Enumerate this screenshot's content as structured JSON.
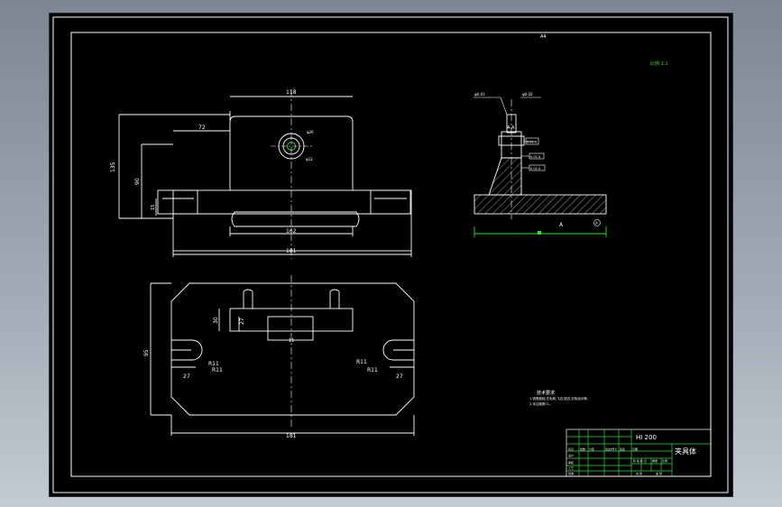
{
  "drawing": {
    "sheet_label": "A4",
    "scale_note": "比例 1:1",
    "title_block": {
      "drawing_number": "HI 200",
      "part_name": "夹具体",
      "rows": [
        "标记",
        "设计",
        "审核",
        "工艺",
        "批准"
      ],
      "cols": [
        "处数",
        "分区",
        "更改文件号",
        "签名",
        "日期"
      ],
      "stage_labels": [
        "阶 段 标 记",
        "重量",
        "比例"
      ],
      "sheet_labels": [
        "共 张",
        "第 张"
      ]
    },
    "tech_req": {
      "title": "技术要求",
      "lines": [
        "1.锐角倒钝,去毛刺,飞边,锐边,去除油污等。",
        "2.未注倒角C1。"
      ]
    },
    "dims": {
      "top_width": "118",
      "left_offset": "72",
      "height_total": "135",
      "height_mid": "90",
      "dim_15": "15",
      "base_inner": "162",
      "base_total": "181",
      "plan_30": "30",
      "plan_27": "27",
      "plan_11": "11",
      "plan_height": "95",
      "r_left_1": "R11",
      "r_left_2": "R11",
      "r_right_1": "R11",
      "r_right_2": "R11",
      "slot_left": "27",
      "slot_right": "27",
      "plan_total": "181",
      "hole_note_1": "φ26",
      "hole_note_2": "φ12"
    },
    "side_view": {
      "label_a": "A-A",
      "callouts": [
        "0.01 A",
        "0.02 A",
        "0.02 A"
      ],
      "note_left": "φ0.01",
      "note_right": "φ0.02",
      "section_ref": "A",
      "datum": "A"
    }
  }
}
